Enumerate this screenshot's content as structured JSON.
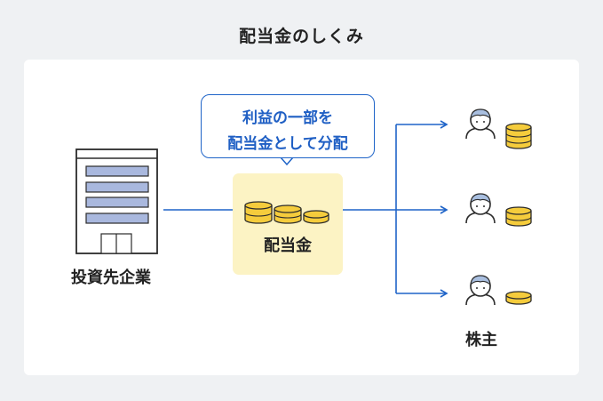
{
  "title": "配当金のしくみ",
  "company": {
    "label": "投資先企業"
  },
  "pool": {
    "label": "配当金"
  },
  "bubble": {
    "line1": "利益の一部を",
    "line2": "配当金として分配"
  },
  "shareholders": {
    "label": "株主",
    "count": 3
  },
  "colors": {
    "background": "#eff1f3",
    "card": "#ffffff",
    "accent_blue": "#1f64c8",
    "pool_fill": "#fcf3c4",
    "coin_fill": "#f5cc3c",
    "building_window": "#a9b8de",
    "person_hair": "#a9bfe0",
    "outline": "#2b2b2b"
  },
  "icons": [
    "building-icon",
    "coin-stack-icon",
    "person-icon",
    "arrow-icon"
  ]
}
